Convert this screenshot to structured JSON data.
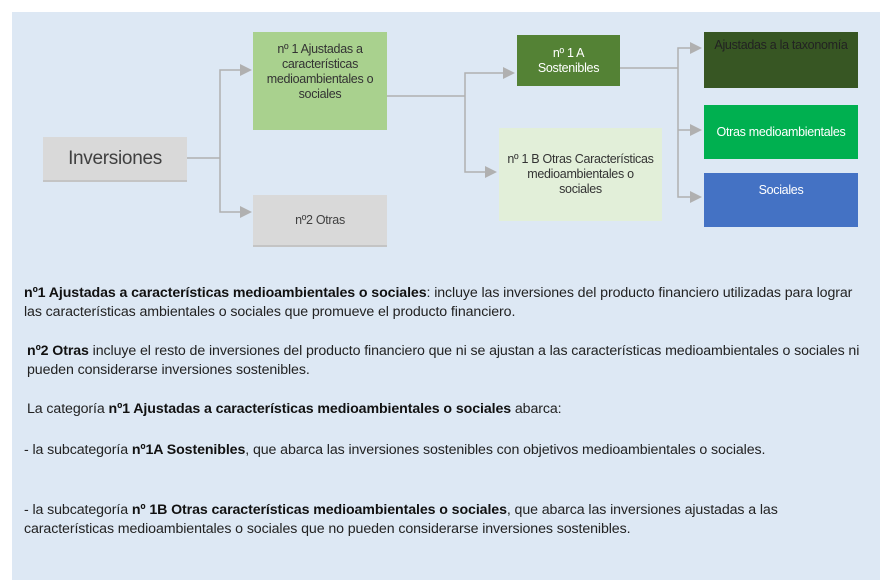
{
  "diagram": {
    "root": "Inversiones",
    "n1": "nº 1  Ajustadas a características medioambientales o sociales",
    "n2": "nº2 Otras",
    "n1a": "nº 1 A Sostenibles",
    "n1b": "nº 1 B Otras Características medioambientales o sociales",
    "taxonomy": "Ajustadas a la taxonomía",
    "other_env": "Otras medioambientales",
    "social": "Sociales",
    "colors": {
      "n1": "#a9d18e",
      "n1a": "#548235",
      "n1b": "#e2efd9",
      "taxonomy": "#375623",
      "other_env": "#00b050",
      "social": "#4472c4",
      "grey": "#d9d9d9"
    }
  },
  "paragraphs": {
    "p1_bold": "nº1 Ajustadas a características medioambientales o sociales",
    "p1_rest": ": incluye las inversiones del producto financiero utilizadas para lograr las características ambientales o sociales que promueve el producto financiero.",
    "p2_bold": "nº2 Otras",
    "p2_rest": " incluye el resto de inversiones del producto financiero que ni se ajustan a las características medioambientales o sociales ni pueden considerarse inversiones sostenibles.",
    "p3_pre": "La categoría ",
    "p3_bold": "nº1 Ajustadas a características medioambientales o sociales",
    "p3_rest": " abarca:",
    "p4_pre": "- la subcategoría ",
    "p4_bold": "nº1A Sostenibles",
    "p4_rest": ", que abarca las inversiones sostenibles con objetivos medioambientales o sociales.",
    "p5_pre": "- la subcategoría ",
    "p5_bold": "nº 1B Otras características medioambientales o sociales",
    "p5_rest": ", que abarca las inversiones ajustadas a las características medioambientales o sociales que no pueden considerarse inversiones sostenibles."
  }
}
